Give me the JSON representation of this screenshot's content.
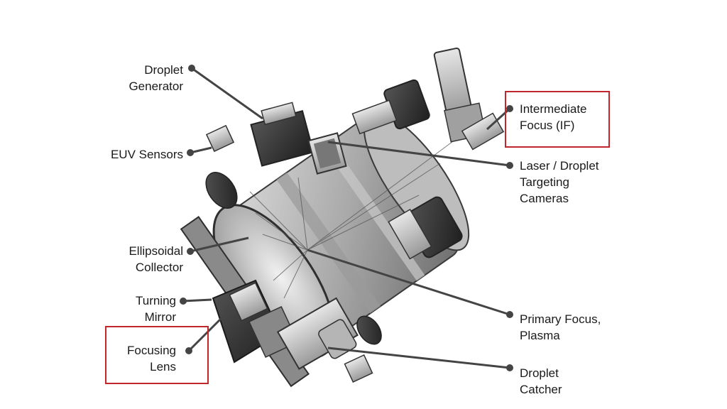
{
  "labels": {
    "droplet_generator": [
      "Droplet",
      "Generator"
    ],
    "euv_sensors": [
      "EUV Sensors"
    ],
    "ellipsoidal_collector": [
      "Ellipsoidal",
      "Collector"
    ],
    "turning_mirror": [
      "Turning",
      "Mirror"
    ],
    "focusing_lens": [
      "Focusing",
      "Lens"
    ],
    "intermediate_focus": [
      "Intermediate",
      "Focus (IF)"
    ],
    "targeting_cameras": [
      "Laser / Droplet",
      "Targeting",
      "Cameras"
    ],
    "primary_focus": [
      "Primary Focus,",
      "Plasma"
    ],
    "droplet_catcher": [
      "Droplet",
      "Catcher"
    ]
  },
  "highlighted": [
    "focusing_lens",
    "intermediate_focus"
  ],
  "colors": {
    "highlight_box": "#c0262b",
    "leader_line": "#444444",
    "label_text": "#1a1a1a"
  }
}
